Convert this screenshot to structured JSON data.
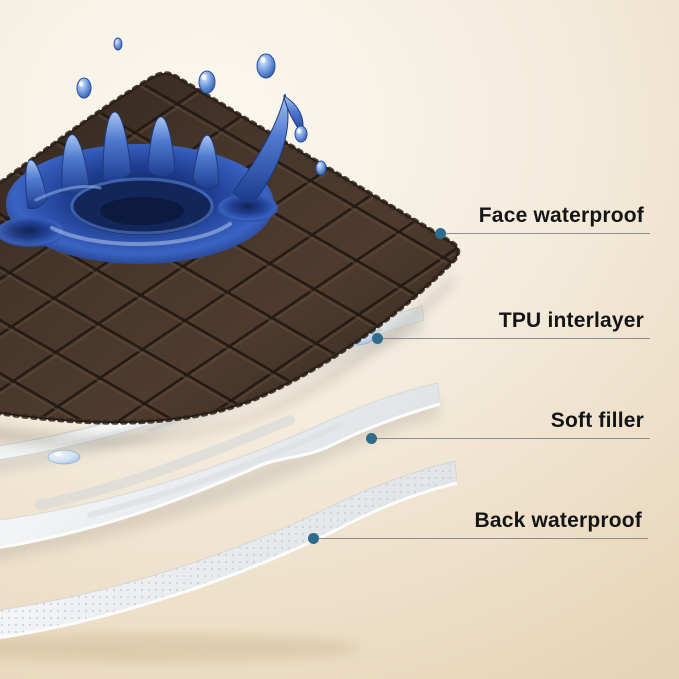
{
  "diagram": {
    "callouts": [
      {
        "label": "Face waterproof"
      },
      {
        "label": "TPU interlayer"
      },
      {
        "label": "Soft filler"
      },
      {
        "label": "Back waterproof"
      }
    ],
    "style": {
      "leader_dot_color": "#2d6c8c",
      "leader_line_color": "#8d8d8d",
      "label_text_color": "#141414",
      "background_center": "#fbf8f1",
      "background_edge": "#e2cfb2",
      "face_layer_color": "#46352a",
      "tpu_layer_color": "#e4e8eb",
      "soft_filler_color": "#eef0f2",
      "back_layer_color": "#f4f5f6",
      "water_color": "#2a4fa0"
    }
  }
}
